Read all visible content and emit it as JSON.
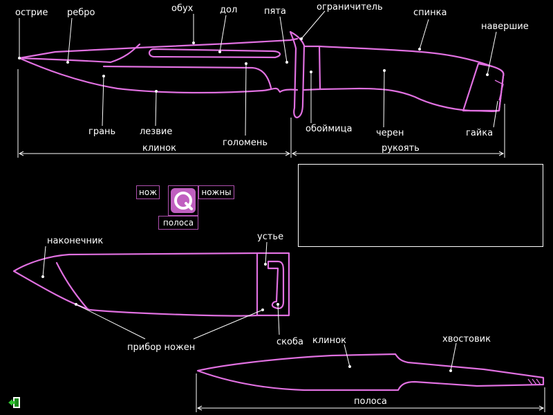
{
  "labels": {
    "ostrie": "острие",
    "rebro": "ребро",
    "obukh": "обух",
    "dol": "дол",
    "pyata": "пята",
    "ogranichitel": "ограничитель",
    "spinka": "спинка",
    "navershie": "навершие",
    "gran": "грань",
    "lezvie": "лезвие",
    "golomen": "голомень",
    "oboymitsa": "обоймица",
    "cheren": "черен",
    "gayka": "гайка",
    "klinok": "клинок",
    "rukoyat": "рукоять",
    "nakonechnik": "наконечник",
    "ustie": "устье",
    "pribor_nozhen": "прибор ножен",
    "skoba": "скоба",
    "klinok2": "клинок",
    "khvostovik": "хвостовик",
    "polosa": "полоса"
  },
  "menu": {
    "nozh": "нож",
    "nozhny": "ножны",
    "polosa": "полоса"
  },
  "colors": {
    "background": "#000000",
    "outline": "#e070e0",
    "text": "#ffffff"
  },
  "icons": {
    "nav_button": "exit-door-icon",
    "menu_logo": "q-logo-icon"
  }
}
